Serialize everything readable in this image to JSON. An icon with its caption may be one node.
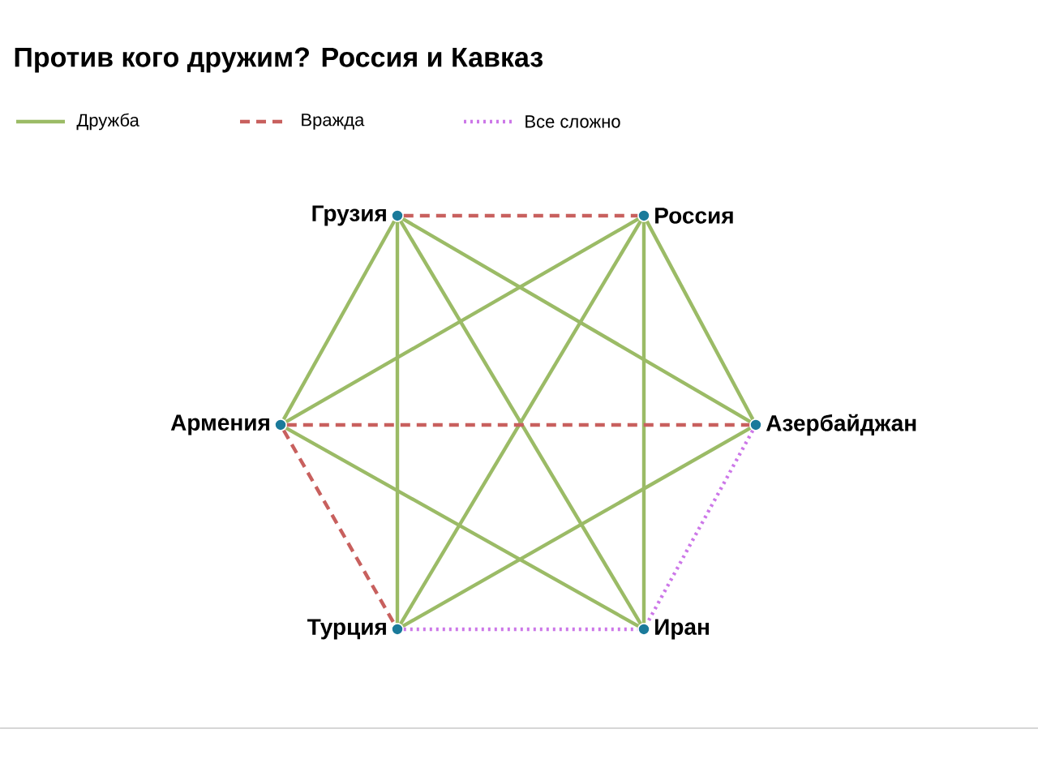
{
  "diagram": {
    "title": "Против кого дружим? Россия и Кавказ",
    "nodes": [
      {
        "text": [
          "Грузия"
        ]
      },
      {
        "text": [
          "Россия"
        ]
      },
      {
        "text": [
          "Азербайджан"
        ]
      },
      {
        "text": [
          "Иран"
        ]
      },
      {
        "text": [
          "Турция"
        ]
      },
      {
        "text": [
          "Армения"
        ]
      }
    ],
    "edges": [
      {
        "from": 0,
        "to": 1,
        "arrow": "none",
        "style": "dashed",
        "color": "#c8605e"
      },
      {
        "from": 0,
        "to": 2,
        "arrow": "none"
      },
      {
        "from": 0,
        "to": 3,
        "arrow": "none"
      },
      {
        "from": 0,
        "to": 4,
        "arrow": "none"
      },
      {
        "from": 0,
        "to": 5,
        "arrow": "none"
      },
      {
        "from": 1,
        "to": 5,
        "arrow": "none"
      },
      {
        "from": 1,
        "to": 4,
        "arrow": "none"
      },
      {
        "from": 1,
        "to": 3,
        "arrow": "none"
      },
      {
        "from": 1,
        "to": 2,
        "arrow": "none"
      },
      {
        "from": 5,
        "to": 2,
        "arrow": "none",
        "style": "dashed",
        "color": "#c8605e"
      },
      {
        "from": 5,
        "to": 3,
        "arrow": "none"
      },
      {
        "from": 5,
        "to": 4,
        "arrow": "none",
        "style": "dashed",
        "color": "#c8605e"
      },
      {
        "from": 2,
        "to": 4,
        "arrow": "none"
      },
      {
        "from": 2,
        "to": 3,
        "arrow": "none",
        "style": "dashed",
        "color": "#cc77e8"
      },
      {
        "from": 4,
        "to": 3,
        "arrow": "none",
        "style": "dashed",
        "color": "#cc77e8"
      }
    ],
    "legend": [
      {
        "text": "Дружба"
      },
      {
        "text": "Вражда"
      },
      {
        "text": "Все сложно"
      }
    ]
  }
}
